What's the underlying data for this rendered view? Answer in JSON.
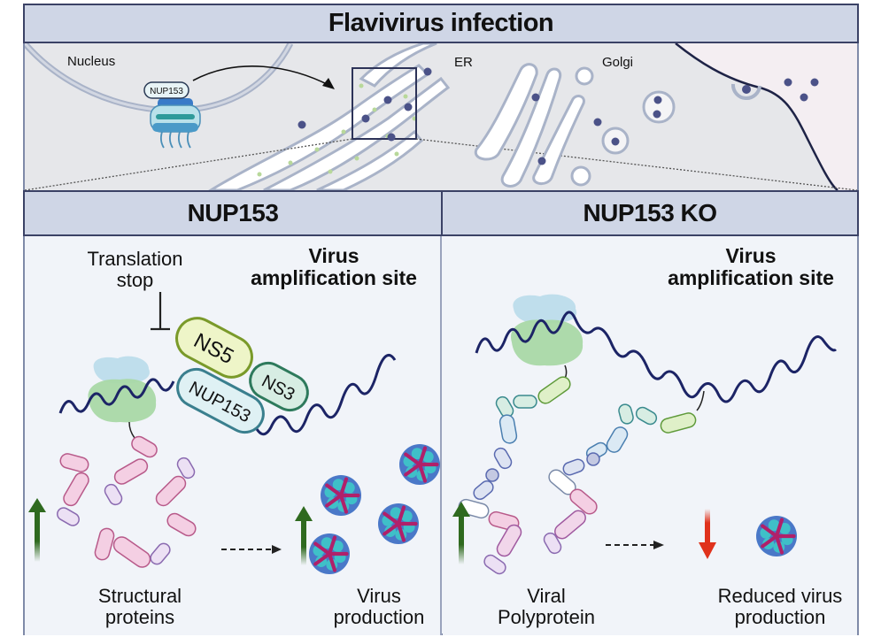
{
  "title": "Flavivirus infection",
  "cell_overview": {
    "labels": {
      "nucleus": "Nucleus",
      "er": "ER",
      "golgi": "Golgi",
      "pore_protein": "NUP153"
    }
  },
  "panels": [
    {
      "heading": "NUP153",
      "site_label_line1": "Virus",
      "site_label_line2": "amplification site",
      "translation_line1": "Translation",
      "translation_line2": "stop",
      "complex": {
        "ns5": "NS5",
        "ns3": "NS3",
        "nup153": "NUP153"
      },
      "left_caption_line1": "Structural",
      "left_caption_line2": "proteins",
      "right_caption_line1": "Virus",
      "right_caption_line2": "production",
      "left_trend": "up",
      "right_trend": "up",
      "virus_count": 4
    },
    {
      "heading": "NUP153 KO",
      "site_label_line1": "Virus",
      "site_label_line2": "amplification site",
      "left_caption_line1": "Viral",
      "left_caption_line2": "Polyprotein",
      "right_caption_line1": "Reduced virus",
      "right_caption_line2": "production",
      "left_trend": "up",
      "right_trend": "down",
      "virus_count": 1
    }
  ],
  "colors": {
    "header_bg": "#cfd6e6",
    "border": "#3b4266",
    "rna": "#1c2466",
    "up_arrow": "#2f6a1f",
    "down_arrow": "#e0321c",
    "ns5_fill": "#eef5c8",
    "ns5_stroke": "#7a9a2a",
    "ns3_fill": "#d7ede3",
    "ns3_stroke": "#2e7a5c",
    "nup_fill": "#dff1f4",
    "nup_stroke": "#3a7f8e",
    "pink_fill": "#f4cfe3",
    "pink_stroke": "#b85a8a",
    "virus_blue": "#4a78c8",
    "virus_teal": "#3fc0c8",
    "virus_magenta": "#b0206a"
  }
}
